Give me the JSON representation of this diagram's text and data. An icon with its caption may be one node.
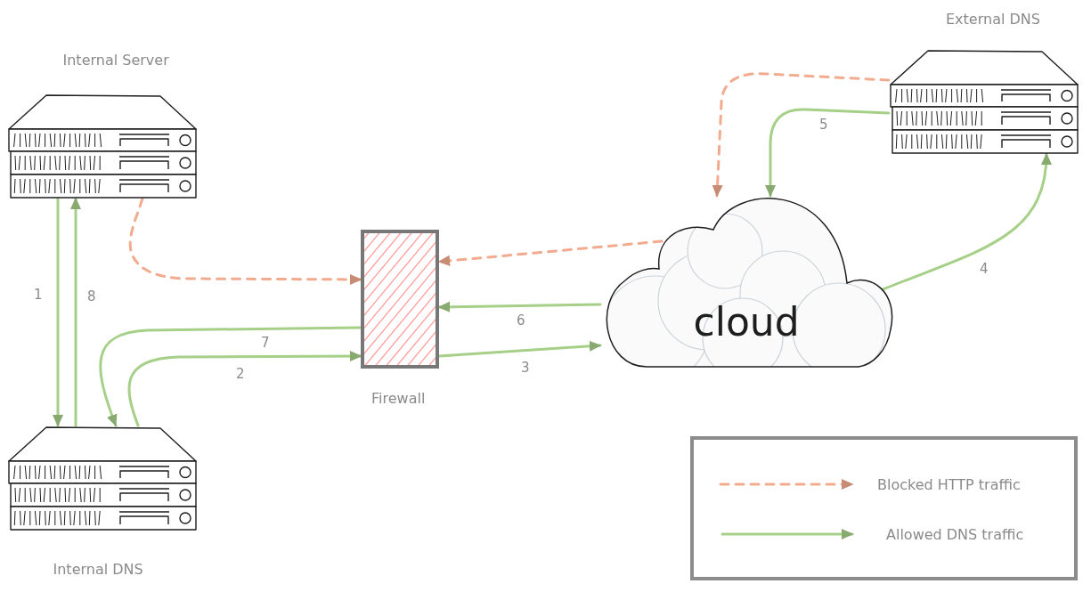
{
  "diagram": {
    "nodes": [
      {
        "text": [
          "Internal Server"
        ]
      },
      {
        "text": [
          "Firewall"
        ]
      },
      {
        "text": [
          "cloud"
        ]
      },
      {
        "text": [
          "External DNS"
        ]
      },
      {
        "text": [
          "Internal DNS"
        ]
      }
    ],
    "edges": [
      {
        "from": 0,
        "to": 4,
        "arrow": "to",
        "label": "1"
      },
      {
        "from": 4,
        "to": 1,
        "arrow": "to",
        "label": "2"
      },
      {
        "from": 1,
        "to": 2,
        "arrow": "to",
        "label": "3"
      },
      {
        "from": 2,
        "to": 3,
        "arrow": "to",
        "label": "4"
      },
      {
        "from": 3,
        "to": 2,
        "arrow": "to",
        "label": "5"
      },
      {
        "from": 2,
        "to": 1,
        "arrow": "to",
        "label": "6"
      },
      {
        "from": 1,
        "to": 4,
        "arrow": "to",
        "label": "7"
      },
      {
        "from": 4,
        "to": 0,
        "arrow": "to",
        "label": "8"
      },
      {
        "from": 0,
        "to": 1,
        "arrow": "to",
        "style": "dashed",
        "color": "#f2ab8e"
      },
      {
        "from": 2,
        "to": 1,
        "arrow": "to",
        "style": "dashed",
        "color": "#f2ab8e"
      },
      {
        "from": 3,
        "to": 2,
        "arrow": "to",
        "style": "dashed",
        "color": "#f2ab8e"
      }
    ],
    "legend": [
      {
        "text": "Blocked HTTP traffic"
      },
      {
        "text": "Allowed DNS traffic"
      }
    ]
  }
}
